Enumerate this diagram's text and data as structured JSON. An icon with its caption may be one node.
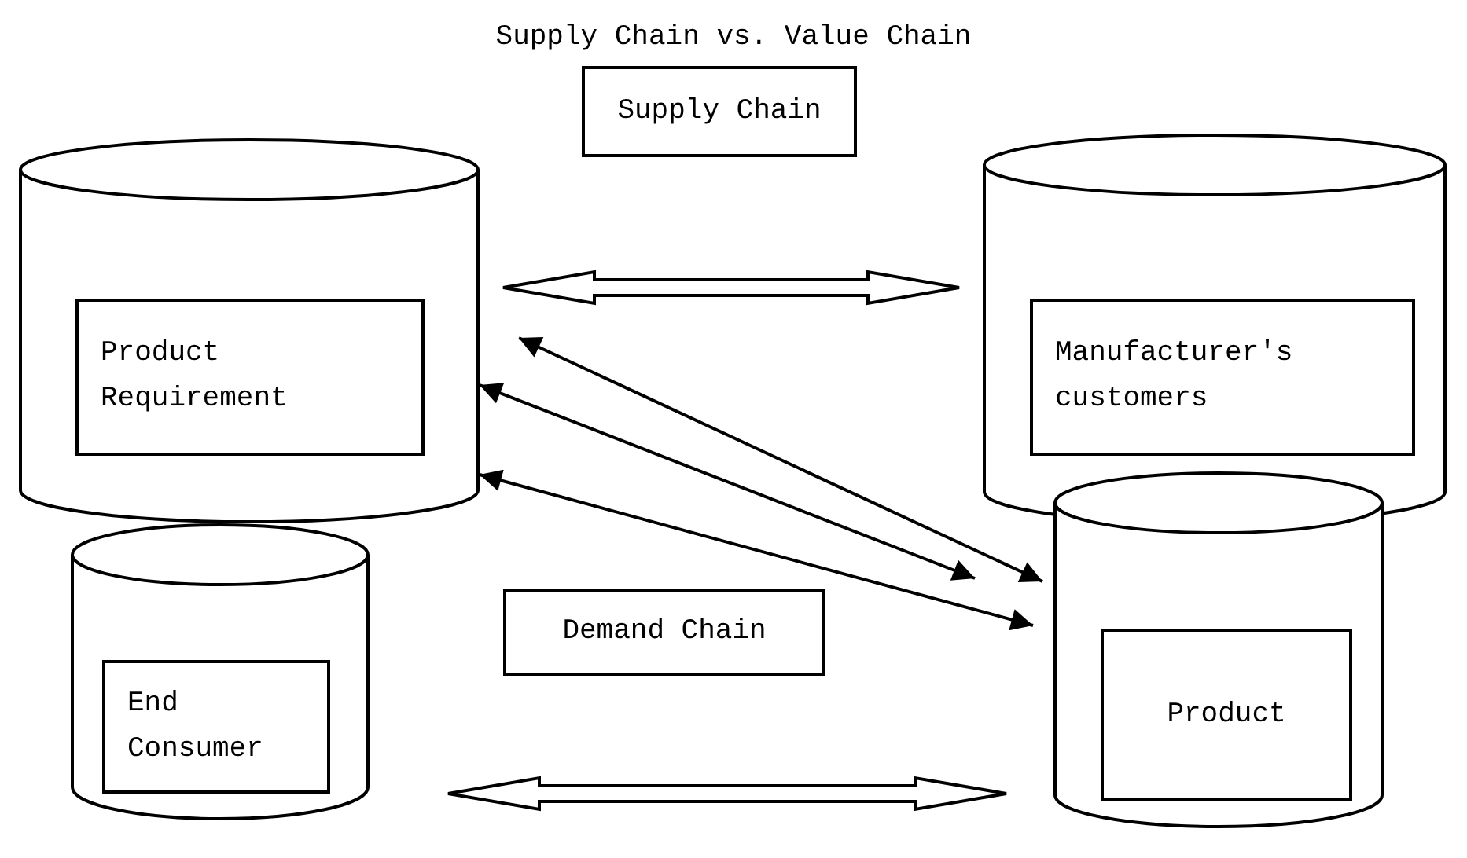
{
  "diagram": {
    "title": "Supply Chain vs. Value Chain",
    "nodes": [
      {
        "text": [],
        "shape": "cylinder"
      },
      {
        "text": [
          "Product Requirement"
        ],
        "in": 0
      },
      {
        "text": [
          "Supply Chain"
        ]
      },
      {
        "text": [],
        "shape": "cylinder"
      },
      {
        "text": [
          "Manufacturer's customers"
        ],
        "in": 3
      },
      {
        "text": [],
        "shape": "cylinder"
      },
      {
        "text": [
          "End Consumer"
        ],
        "in": 5
      },
      {
        "text": [
          "Demand Chain"
        ]
      },
      {
        "text": [],
        "shape": "cylinder"
      },
      {
        "text": [
          "Product"
        ],
        "in": 8
      }
    ],
    "edges": [
      {
        "from": 0,
        "to": 3,
        "arrow": "both",
        "style": "thick"
      },
      {
        "from": 0,
        "to": 8,
        "arrow": "both"
      },
      {
        "from": 0,
        "to": 8,
        "arrow": "both"
      },
      {
        "from": 0,
        "to": 8,
        "arrow": "both"
      },
      {
        "from": 5,
        "to": 8,
        "arrow": "both",
        "style": "thick"
      }
    ]
  }
}
